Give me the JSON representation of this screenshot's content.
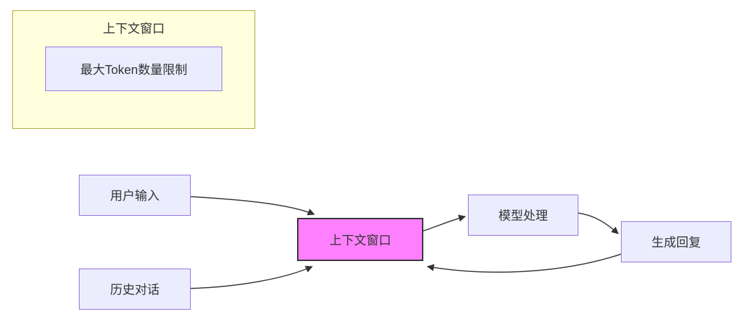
{
  "subgraph": {
    "title": "上下文窗口",
    "node_label": "最大Token数量限制"
  },
  "nodes": {
    "user_input": {
      "label": "用户输入"
    },
    "history_dialog": {
      "label": "历史对话"
    },
    "context_window": {
      "label": "上下文窗口"
    },
    "model_processing": {
      "label": "模型处理"
    },
    "generate_reply": {
      "label": "生成回复"
    }
  },
  "edges": [
    {
      "from": "用户输入",
      "to": "上下文窗口"
    },
    {
      "from": "历史对话",
      "to": "上下文窗口"
    },
    {
      "from": "上下文窗口",
      "to": "模型处理"
    },
    {
      "from": "模型处理",
      "to": "生成回复"
    },
    {
      "from": "生成回复",
      "to": "上下文窗口"
    }
  ],
  "colors": {
    "subgraph_fill": "#ffffde",
    "subgraph_border": "#aaaa33",
    "node_fill": "#ececff",
    "node_border": "#9370db",
    "highlight_fill": "#ff80ff",
    "highlight_border": "#333333",
    "edge": "#333333"
  }
}
